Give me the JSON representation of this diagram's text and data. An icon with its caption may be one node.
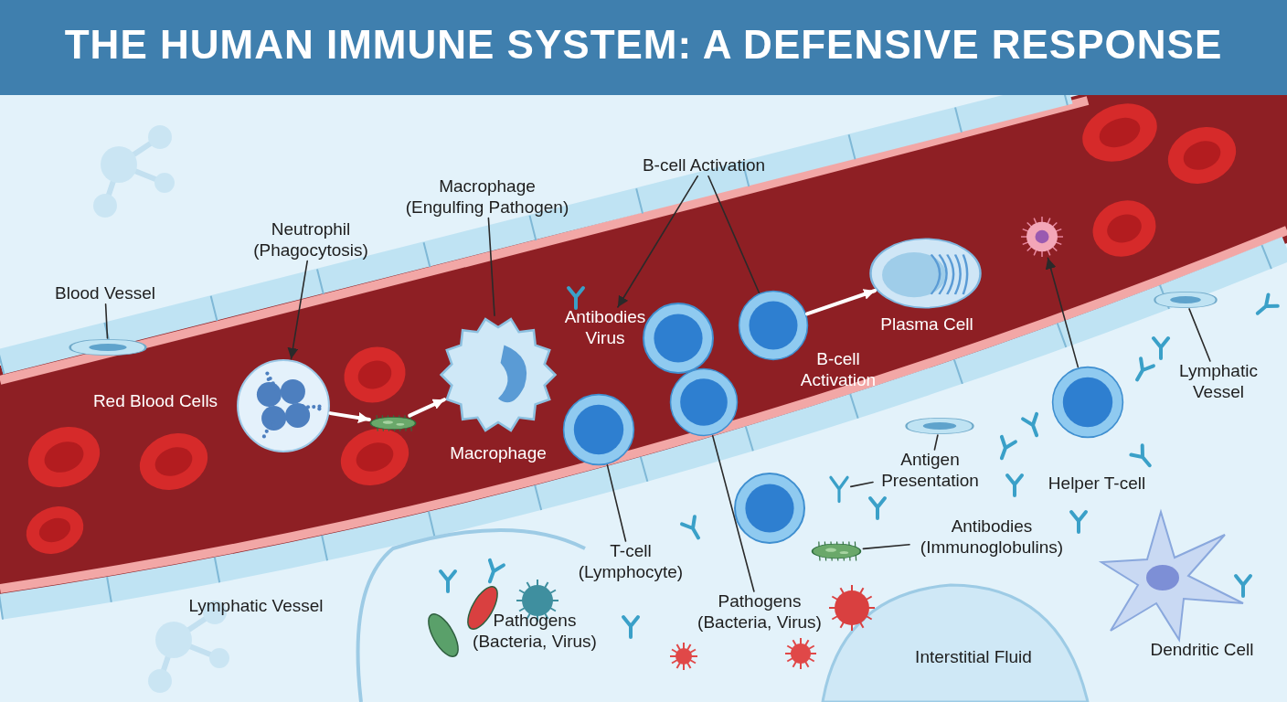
{
  "diagram": {
    "title": "THE HUMAN IMMUNE SYSTEM: A DEFENSIVE RESPONSE",
    "nodes": [
      {
        "text": [
          "Blood Vessel"
        ]
      },
      {
        "text": [],
        "shape": "picture"
      },
      {
        "text": [
          "Neutrophil (Phagocytosis)"
        ]
      },
      {
        "text": [],
        "shape": "picture"
      },
      {
        "text": [],
        "shape": "picture"
      },
      {
        "text": [
          "Macrophage (Engulfing Pathogen)"
        ]
      },
      {
        "text": [],
        "shape": "picture",
        "beside": [
          "Macrophage"
        ]
      },
      {
        "text": [
          "B-cell Activation"
        ]
      },
      {
        "text": [
          "Antibodies Virus"
        ]
      },
      {
        "text": [],
        "shape": "picture",
        "beside": [
          "B-cell Activation"
        ]
      },
      {
        "text": [],
        "shape": "picture",
        "beside": [
          "Plasma Cell"
        ]
      },
      {
        "text": [
          "T-cell (Lymphocyte)"
        ]
      },
      {
        "text": [],
        "shape": "picture"
      },
      {
        "text": [
          "Pathogens (Bacteria, Virus)"
        ]
      },
      {
        "text": [],
        "shape": "picture"
      },
      {
        "text": [
          "Antigen Presentation"
        ]
      },
      {
        "text": [],
        "shape": "picture"
      },
      {
        "text": [],
        "shape": "picture"
      },
      {
        "text": [
          "Antibodies (Immunoglobulins)"
        ]
      },
      {
        "text": [],
        "shape": "picture"
      },
      {
        "text": [
          "Lymphatic Vessel"
        ]
      },
      {
        "text": [],
        "shape": "picture"
      },
      {
        "text": [],
        "shape": "picture",
        "beside": [
          "Helper T-cell"
        ]
      },
      {
        "text": [],
        "shape": "picture"
      }
    ],
    "edges": [
      {
        "from": 0,
        "to": 1,
        "arrow": "none"
      },
      {
        "from": 2,
        "to": 3,
        "arrow": "to"
      },
      {
        "from": 5,
        "to": 6,
        "arrow": "none"
      },
      {
        "from": 7,
        "to": 8,
        "arrow": "to"
      },
      {
        "from": 7,
        "to": 9,
        "arrow": "none"
      },
      {
        "from": 11,
        "to": 12,
        "arrow": "none"
      },
      {
        "from": 13,
        "to": 14,
        "arrow": "none"
      },
      {
        "from": 15,
        "to": 16,
        "arrow": "none"
      },
      {
        "from": 15,
        "to": 17,
        "arrow": "none"
      },
      {
        "from": 18,
        "to": 19,
        "arrow": "none"
      },
      {
        "from": 20,
        "to": 21,
        "arrow": "none"
      },
      {
        "from": 3,
        "to": 4,
        "arrow": "to",
        "style": "thick",
        "color": "#ffffff"
      },
      {
        "from": 4,
        "to": 6,
        "arrow": "to",
        "style": "thick",
        "color": "#ffffff"
      },
      {
        "from": 9,
        "to": 10,
        "arrow": "to",
        "style": "thick",
        "color": "#ffffff"
      },
      {
        "from": 22,
        "to": 23,
        "arrow": "to"
      }
    ],
    "labels": [
      "Red Blood Cells",
      "Lymphatic Vessel",
      "Pathogens (Bacteria, Virus)",
      "Interstitial Fluid",
      "Dendritic Cell"
    ]
  }
}
